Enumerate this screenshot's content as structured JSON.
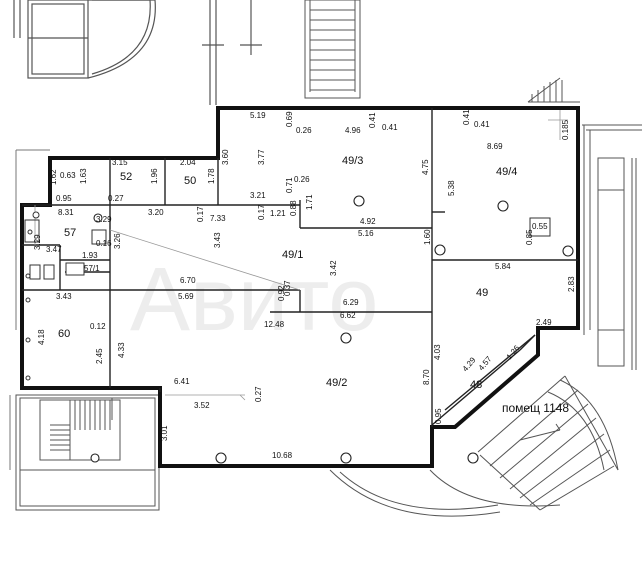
{
  "rooms": {
    "r52": "52",
    "r50a": "50",
    "r49_3": "49/3",
    "r49_4": "49/4",
    "r57": "57",
    "r49_1": "49/1",
    "r49": "49",
    "r60": "60",
    "r49_2": "49/2",
    "r48": "48",
    "r57_1": "57/1",
    "premise": "помещ 1148"
  },
  "dims": {
    "d_519": "5.19",
    "d_069": "0.69",
    "d_026a": "0.26",
    "d_496": "4.96",
    "d_041a": "0.41",
    "d_041b": "0.41",
    "d_041c": "0.41",
    "d_041d": "0.41",
    "d_869": "8.69",
    "d_0185": "0.185",
    "d_315": "3.15",
    "d_204": "2.04",
    "d_360": "3.60",
    "d_377": "3.77",
    "d_475": "4.75",
    "d_538": "5.38",
    "d_162": "1.62",
    "d_063": "0.63",
    "d_163": "1.63",
    "d_196": "1.96",
    "d_178": "1.78",
    "d_026b": "0.26",
    "d_071": "0.71",
    "d_321": "3.21",
    "d_095a": "0.95",
    "d_027a": "0.27",
    "d_831": "8.31",
    "d_320": "3.20",
    "d_017a": "0.17",
    "d_733": "7.33",
    "d_017b": "0.17",
    "d_121": "1.21",
    "d_171": "1.71",
    "d_492": "4.92",
    "d_516": "5.16",
    "d_055": "0.55",
    "d_085": "0.85",
    "d_329": "3.29",
    "d_016": "0.16",
    "d_326": "3.26",
    "d_347": "3.47",
    "d_343a": "3.43",
    "d_193": "1.93",
    "d_088": "0.88",
    "d_160": "1.60",
    "d_584": "5.84",
    "d_342": "3.42",
    "d_670": "6.70",
    "d_283": "2.83",
    "d_343b": "3.43",
    "d_569": "5.69",
    "d_092": "0.92",
    "d_037": "0.37",
    "d_629": "6.29",
    "d_012": "0.12",
    "d_418": "4.18",
    "d_1248": "12.48",
    "d_662": "6.62",
    "d_249": "2.49",
    "d_245": "2.45",
    "d_433": "4.33",
    "d_403": "4.03",
    "d_429": "4.29",
    "d_457": "4.57",
    "d_126": "1.26",
    "d_641": "6.41",
    "d_027b": "0.27",
    "d_870": "8.70",
    "d_352": "3.52",
    "d_095b": "0.95",
    "d_301": "3.01",
    "d_1068": "10.68"
  },
  "colors": {
    "wall": "#111111",
    "thin": "#333333",
    "gray": "#8a8a8a",
    "watermark": "#e6e6e6"
  }
}
